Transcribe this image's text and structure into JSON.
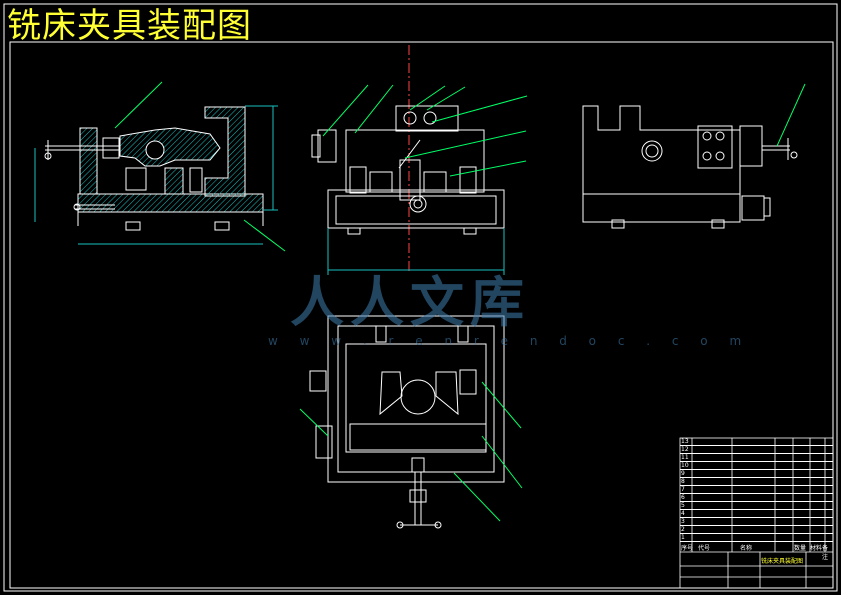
{
  "title": "铣床夹具装配图",
  "watermark": {
    "text": "人人文库",
    "url": "w w w . r e n r e n d o c . c o m"
  },
  "bom": {
    "item_numbers": [
      "13",
      "12",
      "11",
      "10",
      "9",
      "8",
      "7",
      "6",
      "5",
      "4",
      "3",
      "2",
      "1"
    ],
    "header": {
      "seq": "序号",
      "code": "代号",
      "name": "名称",
      "qty": "数量",
      "material": "材料",
      "note": "备注"
    },
    "title_block": {
      "drawing_name": "铣床夹具装配图"
    }
  },
  "colors": {
    "background": "#000000",
    "line": "#ffffff",
    "leader": "#00ff66",
    "title": "#ffff33",
    "watermark": "#3f7fb0"
  }
}
